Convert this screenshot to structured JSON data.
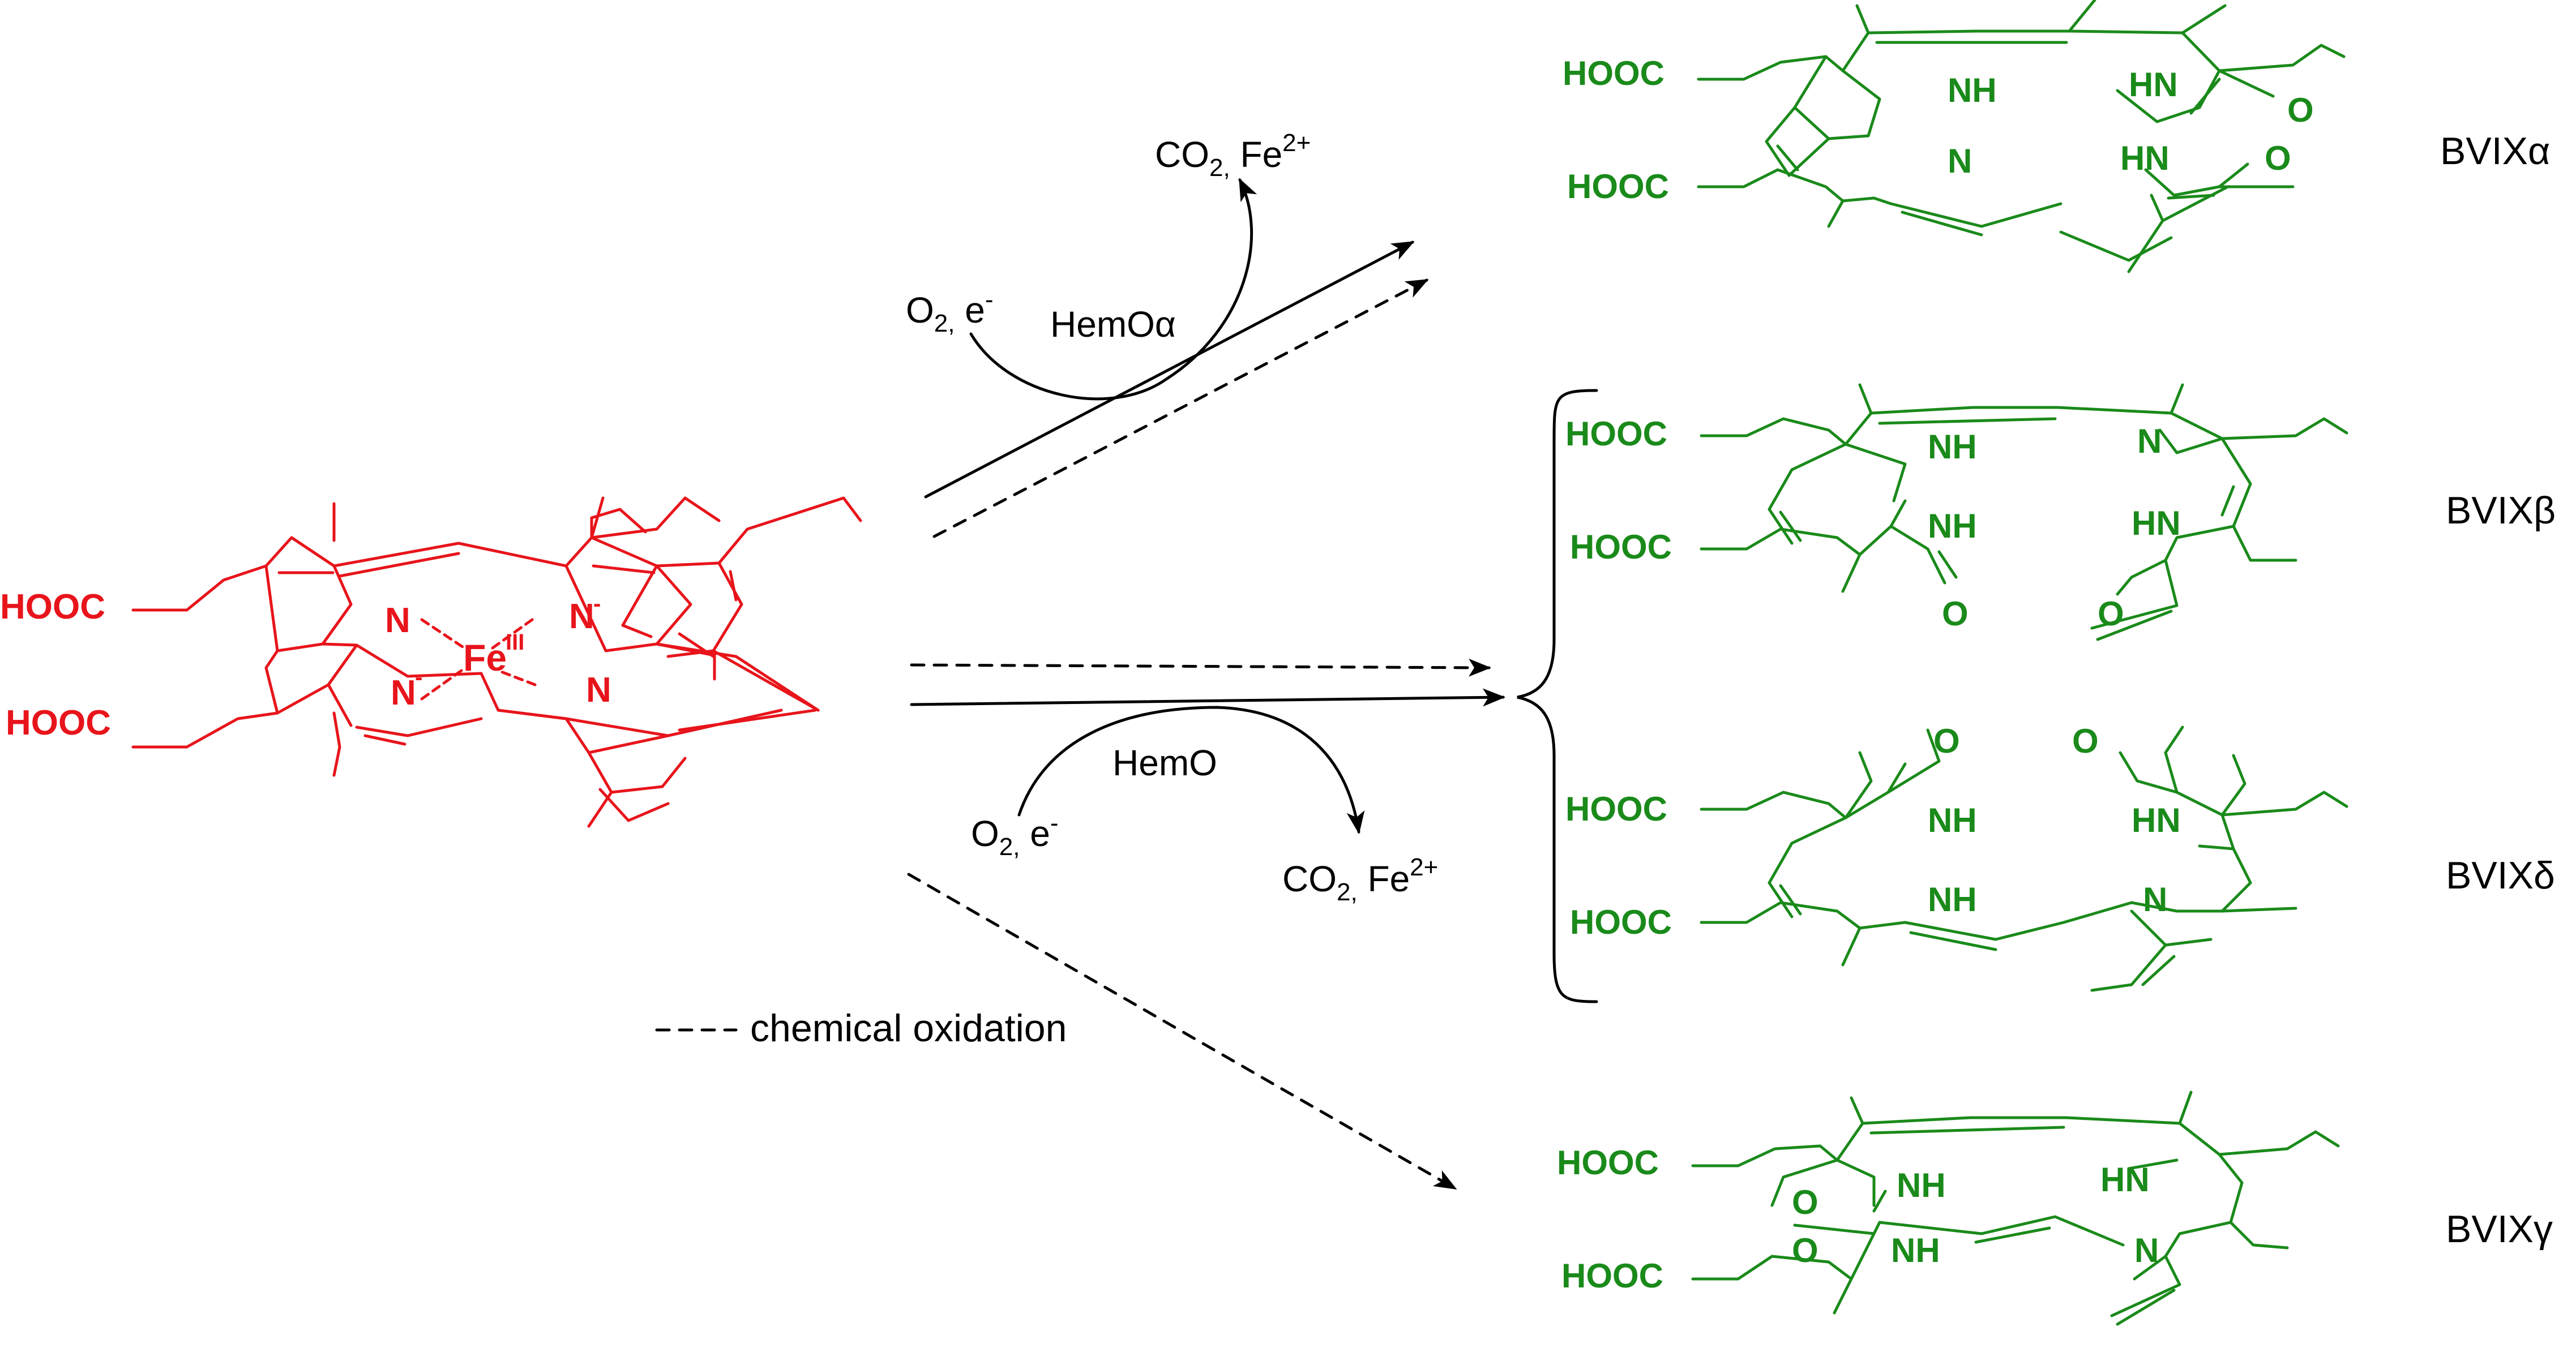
{
  "colors": {
    "heme": "#e8141b",
    "biliverdin": "#1a8a1a",
    "arrow": "#000000"
  },
  "heme": {
    "hooc_top": "HOOC",
    "hooc_bottom": "HOOC",
    "n_top_left": "N",
    "n_top_right": "N",
    "n_top_right_charge": "-",
    "n_bottom_left": "N",
    "n_bottom_left_charge": "-",
    "n_bottom_right": "N",
    "fe": "Fe",
    "fe_oxidation": "III"
  },
  "reactions": {
    "hemo_alpha": {
      "reagents": "O",
      "reagents_sub": "2,",
      "reagents_tail": " e",
      "reagents_sup": "-",
      "enzyme": "HemOα",
      "products_a": "CO",
      "products_sub": "2,",
      "products_b": " Fe",
      "products_sup": "2+"
    },
    "hemo": {
      "reagents": "O",
      "reagents_sub": "2,",
      "reagents_tail": " e",
      "reagents_sup": "-",
      "enzyme": "HemO",
      "products_a": "CO",
      "products_sub": "2,",
      "products_b": " Fe",
      "products_sup": "2+"
    }
  },
  "legend": {
    "chemical_oxidation": "chemical oxidation"
  },
  "products": {
    "alpha": {
      "label": "BVIXα",
      "hooc_top": "HOOC",
      "hooc_bottom": "HOOC",
      "atoms": [
        "NH",
        "HN",
        "O",
        "N",
        "HN",
        "O"
      ]
    },
    "beta": {
      "label": "BVIXβ",
      "hooc_top": "HOOC",
      "hooc_bottom": "HOOC",
      "atoms": [
        "NH",
        "N",
        "NH",
        "HN",
        "O",
        "O"
      ]
    },
    "delta": {
      "label": "BVIXδ",
      "hooc_top": "HOOC",
      "hooc_bottom": "HOOC",
      "atoms": [
        "O",
        "O",
        "NH",
        "HN",
        "NH",
        "N"
      ]
    },
    "gamma": {
      "label": "BVIXγ",
      "hooc_top": "HOOC",
      "hooc_bottom": "HOOC",
      "atoms": [
        "O",
        "NH",
        "HN",
        "O",
        "NH",
        "N"
      ]
    }
  }
}
